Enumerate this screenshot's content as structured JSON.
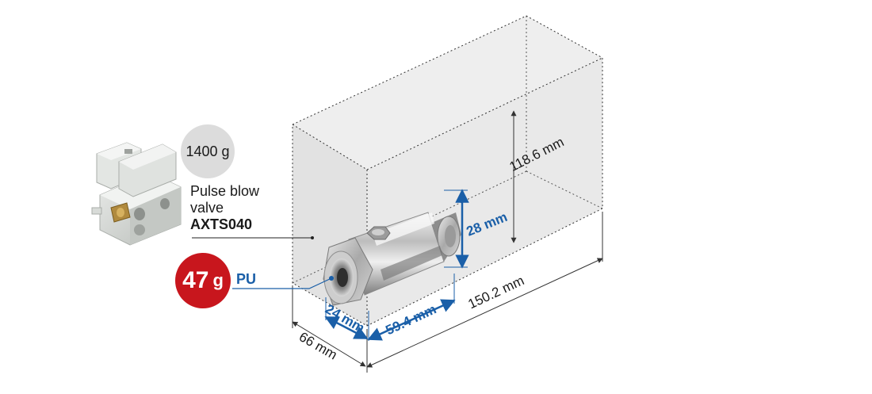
{
  "comparison": {
    "old_product": {
      "weight": "1400 g",
      "name_lines": [
        "Pulse blow",
        "valve"
      ],
      "model": "AXTS040"
    },
    "new_product": {
      "weight_value": "47",
      "weight_unit": "g",
      "material": "PU"
    }
  },
  "dimensions": {
    "envelope": {
      "height": "118.6 mm",
      "length": "150.2 mm",
      "width": "66 mm"
    },
    "product": {
      "height": "28 mm",
      "length": "59.4 mm",
      "width": "24 mm"
    }
  },
  "colors": {
    "accent_blue": "#1a5fa8",
    "badge_red": "#c8161d",
    "badge_grey": "#dcdcdc",
    "box_fill": "#e6e6e6",
    "box_line": "#333333"
  }
}
